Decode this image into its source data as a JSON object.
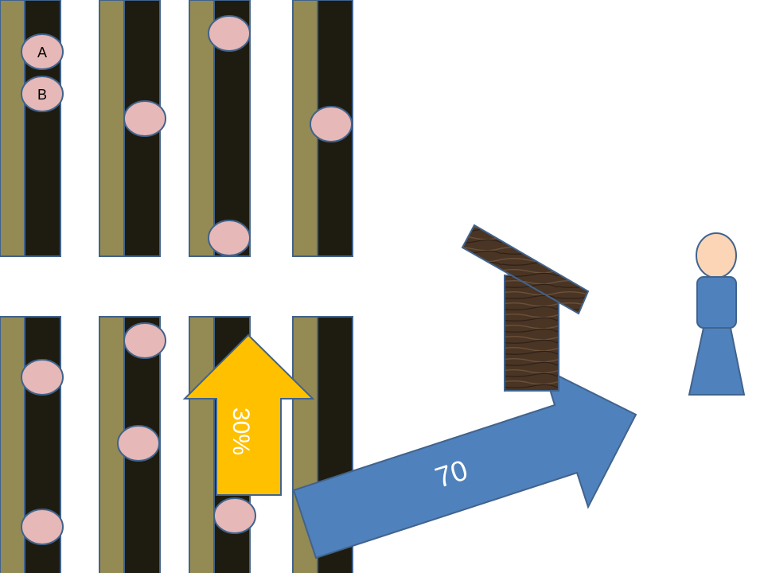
{
  "colors": {
    "stripe_olive": "#948a54",
    "stripe_dark": "#1e1c10",
    "outline": "#41638c",
    "bead": "#e6b8b7",
    "up_arrow": "#ffc000",
    "right_arrow": "#4f81bd",
    "wood": "#4a3524",
    "skin": "#fbd5b5",
    "dress": "#4f81bd"
  },
  "beads": {
    "a_label": "A",
    "b_label": "B"
  },
  "arrows": {
    "up_label": "30%",
    "right_label": "70"
  },
  "icons": [
    "wooden-house-icon",
    "person-icon"
  ]
}
